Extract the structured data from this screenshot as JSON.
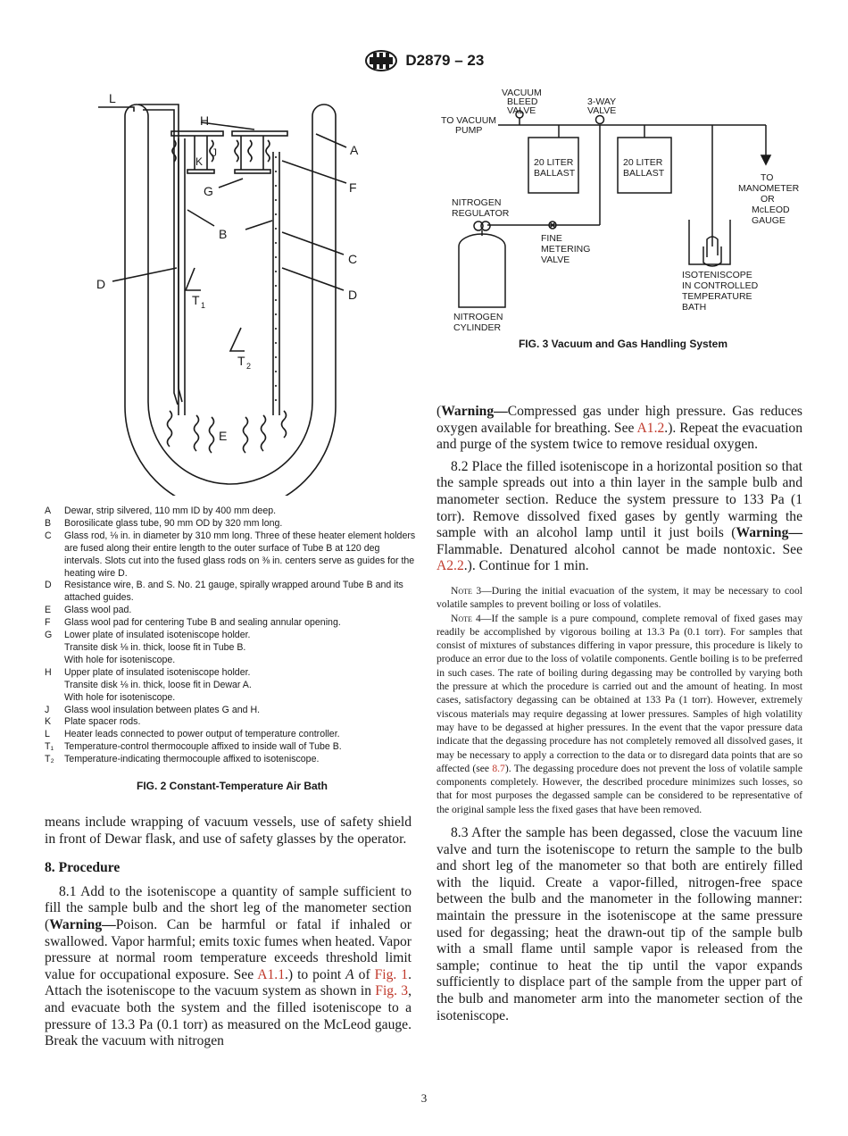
{
  "header": {
    "doc_id": "D2879 – 23"
  },
  "fig2": {
    "callouts": {
      "L": "L",
      "H": "H",
      "A": "A",
      "K": "K",
      "J": "J",
      "F": "F",
      "G": "G",
      "B": "B",
      "C": "C",
      "D1": "D",
      "D2": "D",
      "T1": "T",
      "T1sub": "1",
      "T2": "T",
      "T2sub": "2",
      "E": "E"
    },
    "legend": [
      {
        "key": "A",
        "text": "Dewar, strip silvered, 110 mm ID by 400 mm deep."
      },
      {
        "key": "B",
        "text": "Borosilicate glass tube, 90 mm OD by 320 mm long."
      },
      {
        "key": "C",
        "text": "Glass rod, ⅛ in. in diameter by 310 mm long. Three of these heater element holders are fused along their entire length to the outer surface of Tube B at 120 deg intervals. Slots cut into the fused glass rods on ⅜ in. centers serve as guides for the heating wire D."
      },
      {
        "key": "D",
        "text": "Resistance wire, B. and S. No. 21 gauge, spirally wrapped around Tube B and its attached guides."
      },
      {
        "key": "E",
        "text": "Glass wool pad."
      },
      {
        "key": "F",
        "text": "Glass wool pad for centering Tube B and sealing annular opening."
      },
      {
        "key": "G",
        "text": "Lower plate of insulated isoteniscope holder."
      },
      {
        "key": "",
        "text": "Transite disk ⅛ in. thick, loose fit in Tube B."
      },
      {
        "key": "",
        "text": "With hole for isoteniscope."
      },
      {
        "key": "H",
        "text": "Upper plate of insulated isoteniscope holder."
      },
      {
        "key": "",
        "text": "Transite disk ⅛ in. thick, loose fit in Dewar A."
      },
      {
        "key": "",
        "text": "With hole for isoteniscope."
      },
      {
        "key": "J",
        "text": "Glass wool insulation between plates G and H."
      },
      {
        "key": "K",
        "text": "Plate spacer rods."
      },
      {
        "key": "L",
        "text": "Heater leads connected to power output of temperature controller."
      },
      {
        "key": "T₁",
        "text": "Temperature-control thermocouple affixed to inside wall of Tube B."
      },
      {
        "key": "T₂",
        "text": "Temperature-indicating thermocouple affixed to isoteniscope."
      }
    ],
    "caption": "FIG. 2 Constant-Temperature Air Bath"
  },
  "fig3": {
    "labels": {
      "vacuum_bleed_1": "VACUUM",
      "vacuum_bleed_2": "BLEED",
      "vacuum_bleed_3": "VALVE",
      "three_way_1": "3-WAY",
      "three_way_2": "VALVE",
      "to_vacuum_1": "TO VACUUM",
      "to_vacuum_2": "PUMP",
      "ballast1_1": "20 LITER",
      "ballast1_2": "BALLAST",
      "ballast2_1": "20 LITER",
      "ballast2_2": "BALLAST",
      "to_manometer_1": "TO",
      "to_manometer_2": "MANOMETER",
      "to_manometer_3": "OR",
      "to_manometer_4": "McLEOD",
      "to_manometer_5": "GAUGE",
      "nitrogen_reg_1": "NITROGEN",
      "nitrogen_reg_2": "REGULATOR",
      "fine_meter_1": "FINE",
      "fine_meter_2": "METERING",
      "fine_meter_3": "VALVE",
      "isoteniscope_1": "ISOTENISCOPE",
      "isoteniscope_2": "IN CONTROLLED",
      "isoteniscope_3": "TEMPERATURE",
      "isoteniscope_4": "BATH",
      "nitrogen_cyl_1": "NITROGEN",
      "nitrogen_cyl_2": "CYLINDER"
    },
    "caption": "FIG. 3 Vacuum and Gas Handling System"
  },
  "left_text": {
    "p_means": "means include wrapping of vacuum vessels, use of safety shield in front of Dewar flask, and use of safety glasses by the operator.",
    "section_heading": "8.  Procedure",
    "p81": {
      "a": "8.1  Add to the isoteniscope a quantity of sample sufficient to fill the sample bulb and the short leg of the manometer section (",
      "warn": "Warning—",
      "b": "Poison. Can be harmful or fatal if inhaled or swallowed. Vapor harmful; emits toxic fumes when heated. Vapor pressure at normal room temperature exceeds threshold limit value for occupational exposure. See ",
      "link1": "A1.1",
      "c": ".) to point ",
      "pointA": "A",
      "d": " of ",
      "link2": "Fig. 1",
      "e": ". Attach the isoteniscope to the vacuum system as shown in ",
      "link3": "Fig. 3",
      "f": ", and evacuate both the system and the filled isoteniscope to a pressure of 13.3 Pa (0.1 torr) as measured on the McLeod gauge. Break the vacuum with nitrogen"
    }
  },
  "right_text": {
    "p_cont": {
      "a": "(",
      "warn": "Warning—",
      "b": "Compressed gas under high pressure. Gas reduces oxygen available for breathing. See ",
      "link1": "A1.2",
      "c": ".). Repeat the evacuation and purge of the system twice to remove residual oxygen."
    },
    "p82": {
      "a": "8.2  Place the filled isoteniscope in a horizontal position so that the sample spreads out into a thin layer in the sample bulb and manometer section. Reduce the system pressure to 133 Pa (1 torr). Remove dissolved fixed gases by gently warming the sample with an alcohol lamp until it just boils (",
      "warn": "Warning—",
      "b": "Flammable. Denatured alcohol cannot be made nontoxic. See ",
      "link1": "A2.2",
      "c": ".). Continue for 1 min."
    },
    "note3": {
      "label": "Note 3",
      "text": "—During the initial evacuation of the system, it may be necessary to cool volatile samples to prevent boiling or loss of volatiles."
    },
    "note4": {
      "label": "Note 4",
      "a": "—If the sample is a pure compound, complete removal of fixed gases may readily be accomplished by vigorous boiling at 13.3 Pa (0.1 torr). For samples that consist of mixtures of substances differing in vapor pressure, this procedure is likely to produce an error due to the loss of volatile components. Gentle boiling is to be preferred in such cases. The rate of boiling during degassing may be controlled by varying both the pressure at which the procedure is carried out and the amount of heating. In most cases, satisfactory degassing can be obtained at 133 Pa (1 torr). However, extremely viscous materials may require degassing at lower pressures. Samples of high volatility may have to be degassed at higher pressures. In the event that the vapor pressure data indicate that the degassing procedure has not completely removed all dissolved gases, it may be necessary to apply a correction to the data or to disregard data points that are so affected (see ",
      "link1": "8.7",
      "b": "). The degassing procedure does not prevent the loss of volatile sample components completely. However, the described procedure minimizes such losses, so that for most purposes the degassed sample can be considered to be representative of the original sample less the fixed gases that have been removed."
    },
    "p83": "8.3  After the sample has been degassed, close the vacuum line valve and turn the isoteniscope to return the sample to the bulb and short leg of the manometer so that both are entirely filled with the liquid. Create a vapor-filled, nitrogen-free space between the bulb and the manometer in the following manner: maintain the pressure in the isoteniscope at the same pressure used for degassing; heat the drawn-out tip of the sample bulb with a small flame until sample vapor is released from the sample; continue to heat the tip until the vapor expands sufficiently to displace part of the sample from the upper part of the bulb and manometer arm into the manometer section of the isoteniscope."
  },
  "page_number": "3"
}
